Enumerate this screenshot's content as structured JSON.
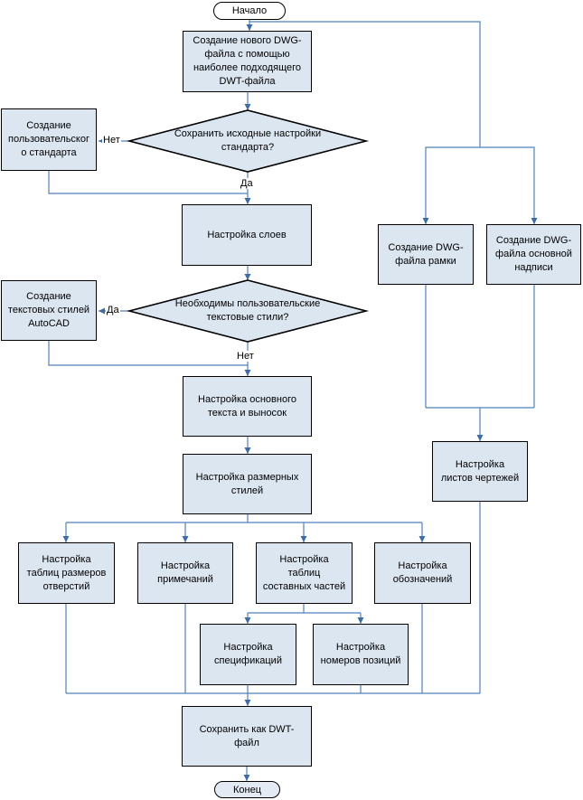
{
  "diagram": {
    "type": "flowchart",
    "colors": {
      "node_fill": "#dce6f1",
      "node_border": "#000000",
      "connector": "#4f81bd",
      "start_fill": "#ffffff",
      "end_fill": "#e4eaf3",
      "text": "#000000"
    },
    "nodes": {
      "start": {
        "shape": "terminator",
        "label": "Начало"
      },
      "create_dwg": {
        "shape": "process",
        "label": "Создание нового DWG-\nфайла с помощью\nнаиболее подходящего\nDWT-файла"
      },
      "keep_settings": {
        "shape": "decision",
        "label": "Сохранить исходные настройки\nстандарта?"
      },
      "custom_standard": {
        "shape": "process",
        "label": "Создание\nпользовательског\nо стандарта"
      },
      "layers": {
        "shape": "process",
        "label": "Настройка слоев"
      },
      "need_text_styles": {
        "shape": "decision",
        "label": "Необходимы пользовательские\nтекстовые стили?"
      },
      "autocad_text_styles": {
        "shape": "process",
        "label": "Создание\nтекстовых стилей\nAutoCAD"
      },
      "main_text": {
        "shape": "process",
        "label": "Настройка основного\nтекста и выносок"
      },
      "dim_styles": {
        "shape": "process",
        "label": "Настройка размерных\nстилей"
      },
      "hole_tables": {
        "shape": "process",
        "label": "Настройка\nтаблиц размеров\nотверстий"
      },
      "notes": {
        "shape": "process",
        "label": "Настройка\nпримечаний"
      },
      "parts_tables": {
        "shape": "process",
        "label": "Настройка\nтаблиц\nсоставных частей"
      },
      "symbols": {
        "shape": "process",
        "label": "Настройка\nобозначений"
      },
      "specs": {
        "shape": "process",
        "label": "Настройка\nспецификаций"
      },
      "item_numbers": {
        "shape": "process",
        "label": "Настройка\nномеров позиций"
      },
      "frame_dwg": {
        "shape": "process",
        "label": "Создание DWG-\nфайла рамки"
      },
      "title_block_dwg": {
        "shape": "process",
        "label": "Создание DWG-\nфайла основной\nнадписи"
      },
      "sheets": {
        "shape": "process",
        "label": "Настройка\nлистов чертежей"
      },
      "save_dwt": {
        "shape": "process",
        "label": "Сохранить как DWT-\nфайл"
      },
      "end": {
        "shape": "terminator",
        "label": "Конец"
      }
    },
    "edge_labels": {
      "no1": "Нет",
      "yes1": "Да",
      "yes2": "Да",
      "no2": "Нет"
    }
  }
}
